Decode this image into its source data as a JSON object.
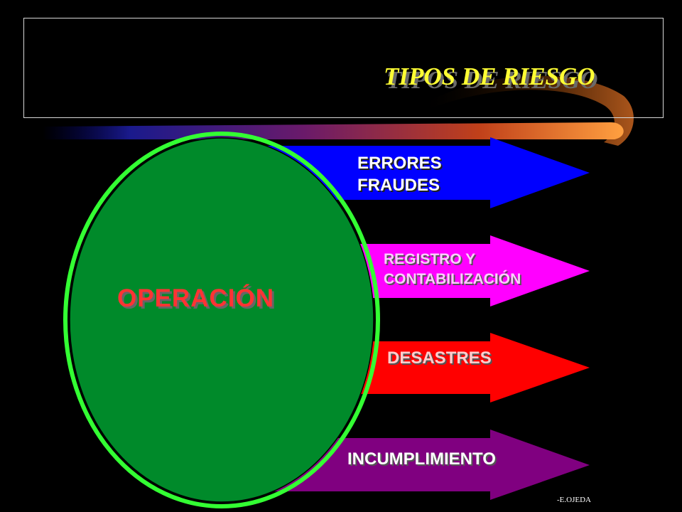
{
  "title": "TIPOS DE RIESGO",
  "center": {
    "label": "OPERACIÓN"
  },
  "arrows": [
    {
      "lines": [
        "ERRORES",
        "FRAUDES"
      ],
      "color": "#0000ff"
    },
    {
      "lines": [
        "REGISTRO Y",
        "CONTABILIZACIÓN"
      ],
      "color": "#ff00ff"
    },
    {
      "lines": [
        "DESASTRES"
      ],
      "color": "#ff0000"
    },
    {
      "lines": [
        "INCUMPLIMIENTO"
      ],
      "color": "#800080"
    }
  ],
  "colors": {
    "background": "#000000",
    "ellipse_fill": "#008a2a",
    "ellipse_border": "#33ff33",
    "title": "#ffff33",
    "center_label": "#ff3333"
  },
  "footer": {
    "author": "-E.OJEDA"
  }
}
